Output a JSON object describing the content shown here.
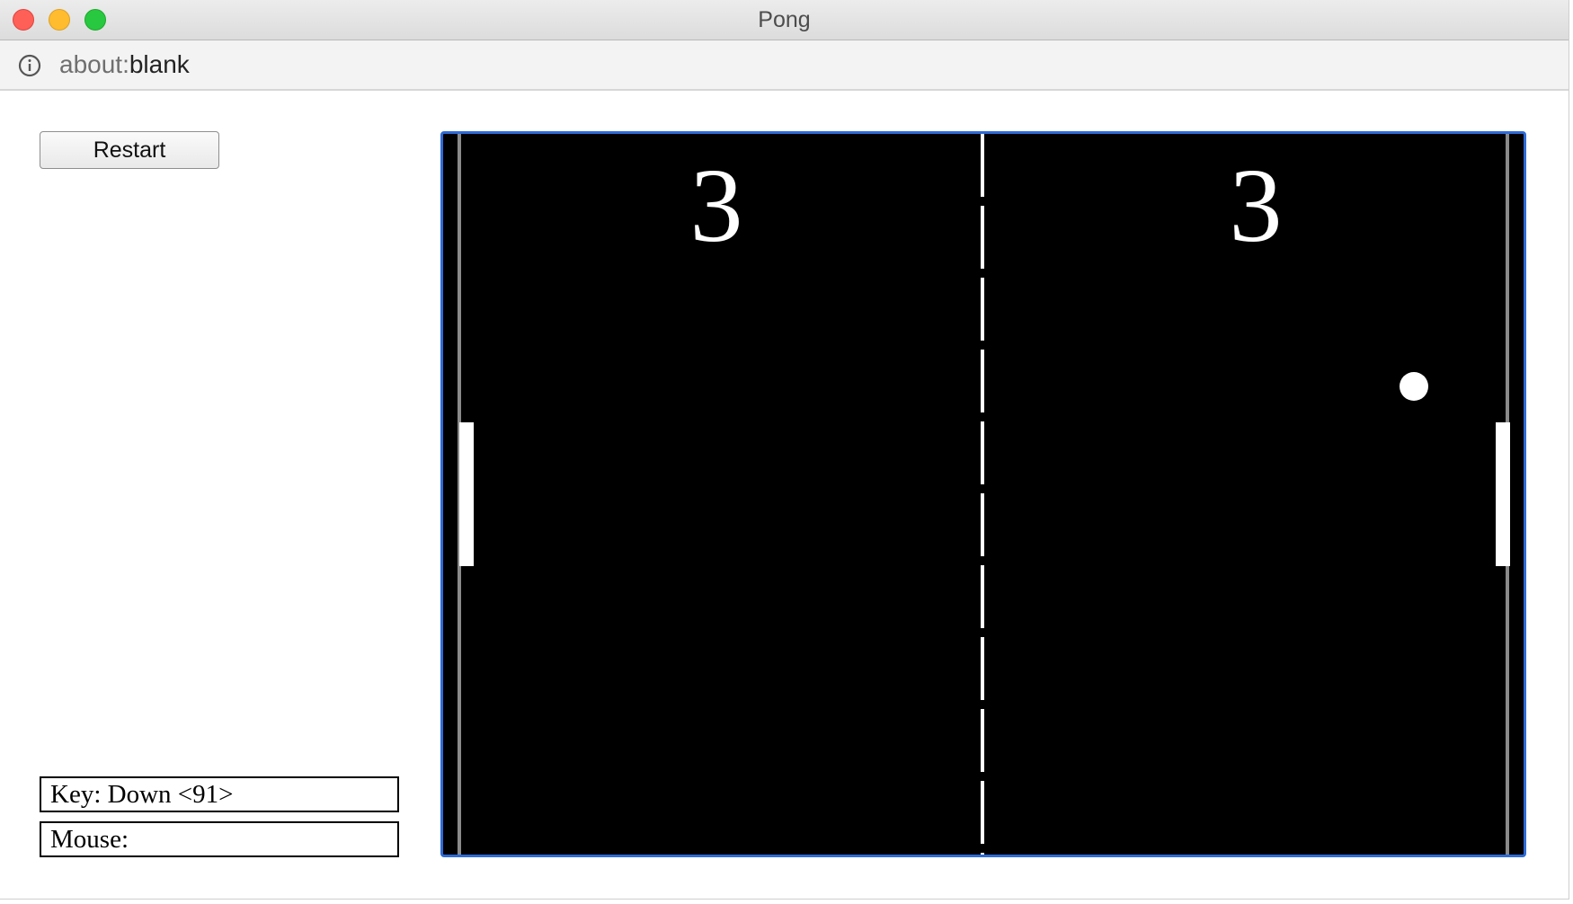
{
  "window": {
    "title": "Pong"
  },
  "address_bar": {
    "icon": "info-icon",
    "url_scheme": "about:",
    "url_host": "blank"
  },
  "controls": {
    "restart_label": "Restart"
  },
  "status": {
    "key_text": "Key: Down <91>",
    "mouse_text": "Mouse:"
  },
  "game": {
    "score_left": "3",
    "score_right": "3",
    "colors": {
      "background": "#000000",
      "foreground": "#ffffff",
      "walls": "#8a8a8a",
      "canvas_focus_border": "#2e6bd6"
    }
  }
}
